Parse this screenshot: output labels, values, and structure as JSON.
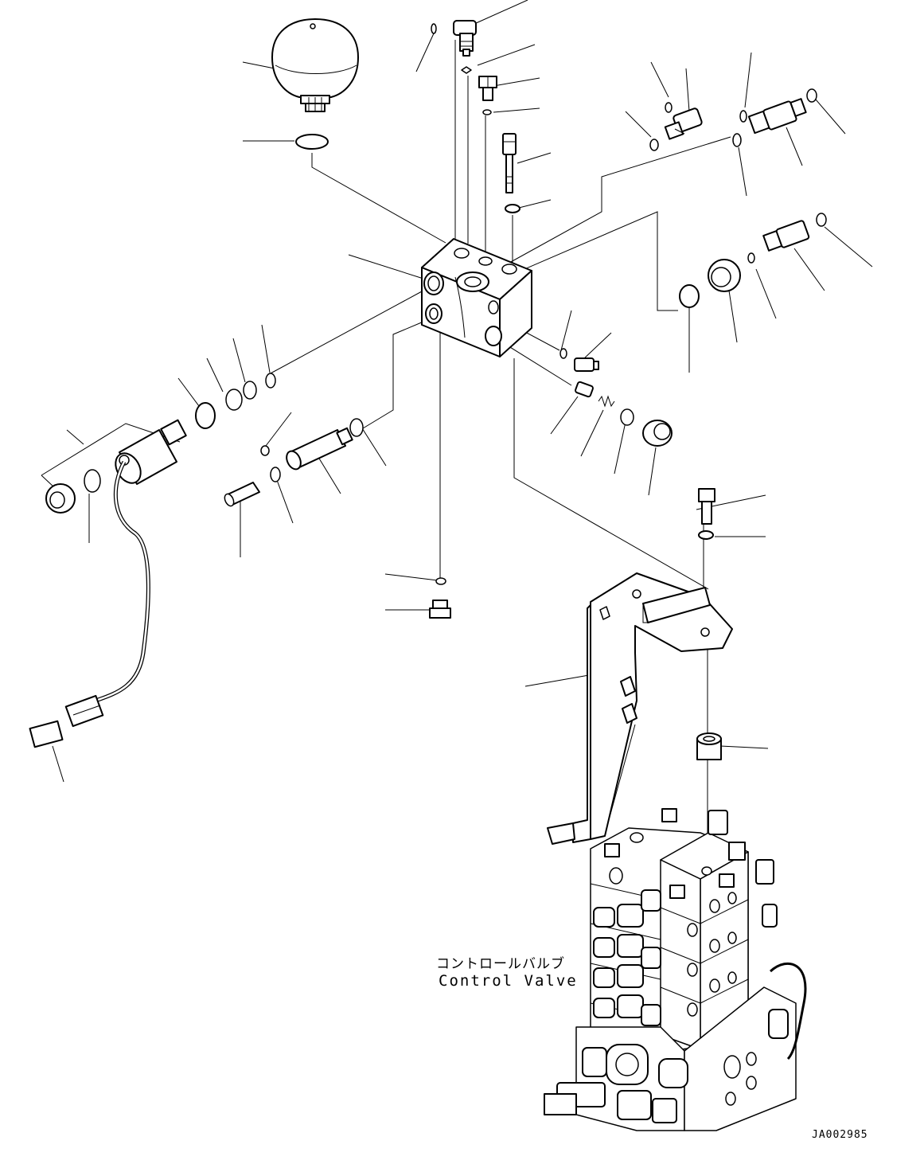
{
  "callout_label": {
    "japanese": "コントロールバルブ",
    "english": "Control Valve"
  },
  "drawing_number": "JA002985"
}
